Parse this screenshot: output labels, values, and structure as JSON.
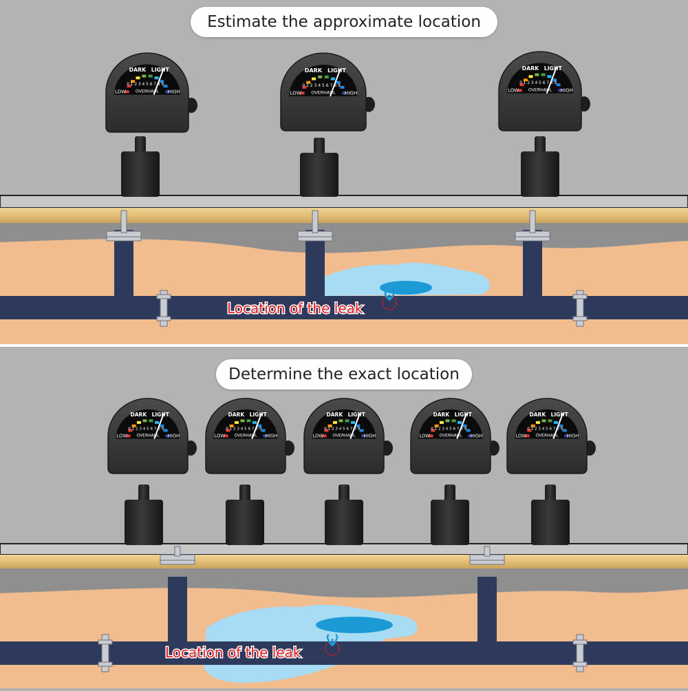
{
  "panels": {
    "top": {
      "heading": "Estimate the approximate location",
      "leak_label": "Location of the leak",
      "detector_count": 3
    },
    "bottom": {
      "heading": "Determine the exact location",
      "leak_label": "Location of the leak",
      "detector_count": 5
    }
  },
  "detector_dial": {
    "label_dark": "DARK",
    "label_light": "LIGHT",
    "label_low": "LOW",
    "label_high": "HIGH",
    "label_overhaul": "OVERHAUL",
    "scale_numbers": "0 1 2 3 4 5 6 7 8 9"
  },
  "colors": {
    "background": "#b3b3b3",
    "pipe": "#2e3a5c",
    "soil": "#f1bd8f",
    "wood": "#e3bf78",
    "water": "#a7dcf4",
    "leak_label": "#e11b22",
    "detector_body": "#3a3a3a"
  },
  "icons": [
    "acoustic-detector-icon",
    "sensor-probe-icon",
    "water-leak-icon"
  ]
}
